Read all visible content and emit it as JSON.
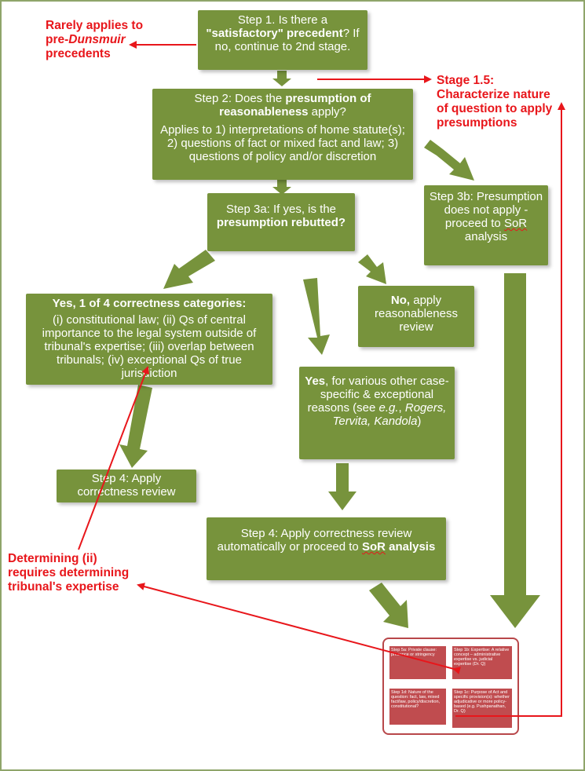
{
  "colors": {
    "box": "#77933c",
    "arrow_green": "#77933c",
    "annotation_red": "#e8161b",
    "mini_cell": "#c04c4f"
  },
  "step1": {
    "pre": "Step 1. Is there a ",
    "bold": "\"satisfactory\" precedent",
    "post": "? If no, continue to 2nd stage."
  },
  "step2": {
    "pre": "Step 2: Does the ",
    "bold": "presumption of reasonableness",
    "post": " apply?",
    "detail": "Applies to 1) interpretations of home statute(s); 2) questions of fact or mixed fact and law; 3) questions of policy and/or discretion"
  },
  "step3a": {
    "pre": "Step 3a: If yes, is the ",
    "bold": "presumption rebutted?"
  },
  "step3b": {
    "text": "Step 3b: Presumption does not apply - proceed to ",
    "sor": "SoR",
    "tail": " analysis"
  },
  "yes_correctness": {
    "bold": "Yes",
    "bold2": ", 1 of 4 correctness categories:",
    "detail": "(i) constitutional law; (ii) Qs of central importance to the legal system outside of tribunal's expertise; (iii) overlap between tribunals; (iv) exceptional Qs of true jurisdiction"
  },
  "no_reasonableness": {
    "bold": "No,",
    "text": " apply reasonableness review"
  },
  "yes_other": {
    "bold": "Yes",
    "text": ", for various other case-specific & exceptional  reasons (see ",
    "eg": "e.g.",
    "cases": "Rogers, Tervita, Kandola",
    "close": ")"
  },
  "step4_left": {
    "text": "Step 4: Apply correctness review"
  },
  "step4_right": {
    "text": "Step 4: Apply correctness review automatically or proceed to ",
    "sor": "SoR",
    "tail": " analysis"
  },
  "annotations": {
    "rarely": {
      "line1": "Rarely applies to",
      "line2_pre": "pre-",
      "line2_italic": "Dunsmuir",
      "line3": "precedents"
    },
    "stage15": {
      "line1": "Stage 1.5:",
      "line2": "Characterize nature",
      "line3": "of question to apply",
      "line4": "presumptions"
    },
    "determining": {
      "line1": "Determining (ii)",
      "line2": "requires determining",
      "line3": "tribunal's expertise"
    }
  },
  "mini": {
    "cell1": "Step 5a: Private clause: presence or stringency",
    "cell2": "Step 1b: Expertise: A relative concept – administrative expertise vs. judicial expertise (Dr. Q)",
    "cell3": "Step 1d: Nature of the question: fact, law, mixed fact/law, policy/discretion, constitutional?",
    "cell4": "Step 1c: Purpose of Act and specific provision(s): whether adjudicative or more policy-based (e.g. Pushpanathan, Dr. Q)"
  }
}
